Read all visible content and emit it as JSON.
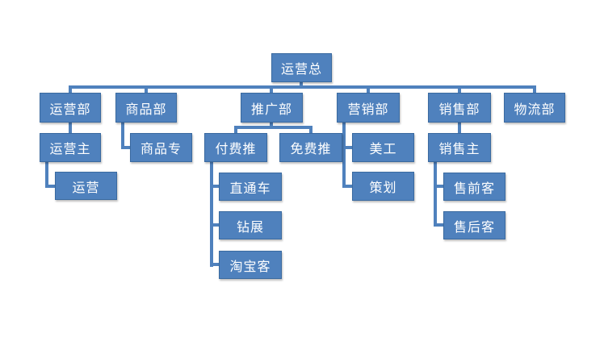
{
  "colors": {
    "box": "#4f81bd",
    "line": "#4f81bd",
    "text": "#ffffff"
  },
  "nodes": {
    "root": "运营总",
    "operations_dept": "运营部",
    "product_dept": "商品部",
    "promotion_dept": "推广部",
    "marketing_dept": "营销部",
    "sales_dept": "销售部",
    "logistics_dept": "物流部",
    "operations_lead": "运营主",
    "operations_staff": "运营",
    "product_specialist": "商品专",
    "paid_promotion": "付费推",
    "free_promotion": "免费推",
    "through_train": "直通车",
    "diamond_booth": "钻展",
    "taobao_affiliate": "淘宝客",
    "art_design": "美工",
    "planning": "策划",
    "sales_lead": "销售主",
    "presales_service": "售前客",
    "aftersales_service": "售后客"
  }
}
